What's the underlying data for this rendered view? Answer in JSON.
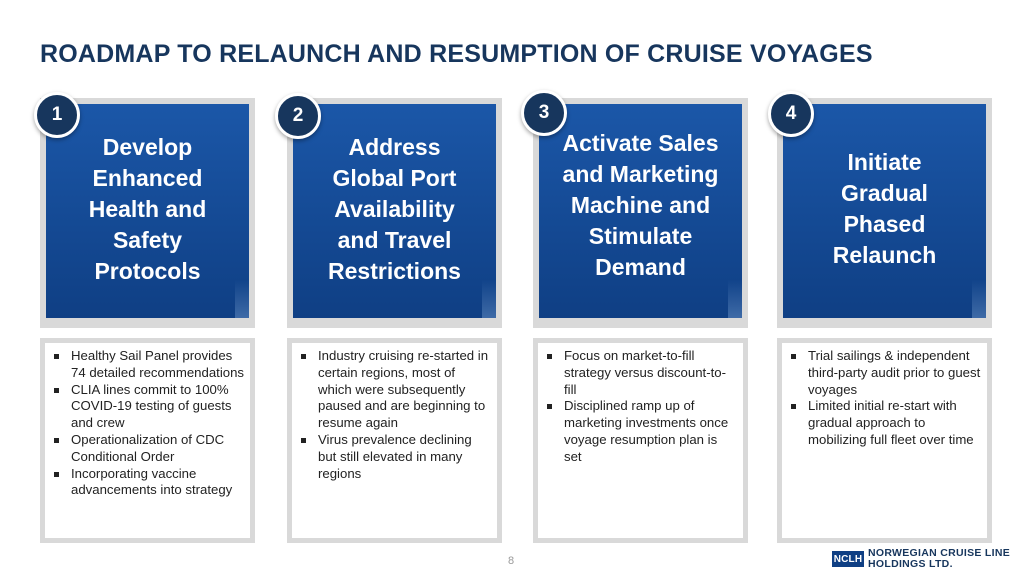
{
  "title": "ROADMAP TO RELAUNCH AND RESUMPTION OF CRUISE VOYAGES",
  "steps": [
    {
      "number": "1",
      "heading": "Develop Enhanced Health and Safety Protocols",
      "bullets": [
        "Healthy Sail Panel provides 74 detailed recommendations",
        "CLIA lines commit to 100% COVID-19 testing of guests and crew",
        "Operationalization of CDC Conditional Order",
        "Incorporating vaccine advancements into strategy"
      ]
    },
    {
      "number": "2",
      "heading": "Address Global Port Availability and Travel Restrictions",
      "bullets": [
        "Industry cruising re-started in certain regions, most of which were subsequently paused and are beginning to resume again",
        "Virus prevalence declining but still elevated in many regions"
      ]
    },
    {
      "number": "3",
      "heading": "Activate Sales and Marketing Machine and Stimulate Demand",
      "bullets": [
        "Focus on market-to-fill strategy versus discount-to-fill",
        "Disciplined ramp up of marketing investments once voyage resumption plan is set"
      ]
    },
    {
      "number": "4",
      "heading": "Initiate Gradual Phased Relaunch",
      "bullets": [
        "Trial sailings & independent third-party audit prior to guest voyages",
        "Limited initial re-start with gradual approach to mobilizing full fleet over time"
      ]
    }
  ],
  "footer": {
    "page_number": "8",
    "logo_mark": "NCLH",
    "logo_line1": "NORWEGIAN CRUISE LINE",
    "logo_line2": "HOLDINGS LTD."
  },
  "colors": {
    "title": "#17365d",
    "card_top": "#1b57a8",
    "card_bottom": "#0f3f84",
    "badge": "#17365d",
    "frame": "#d9d9d9"
  }
}
